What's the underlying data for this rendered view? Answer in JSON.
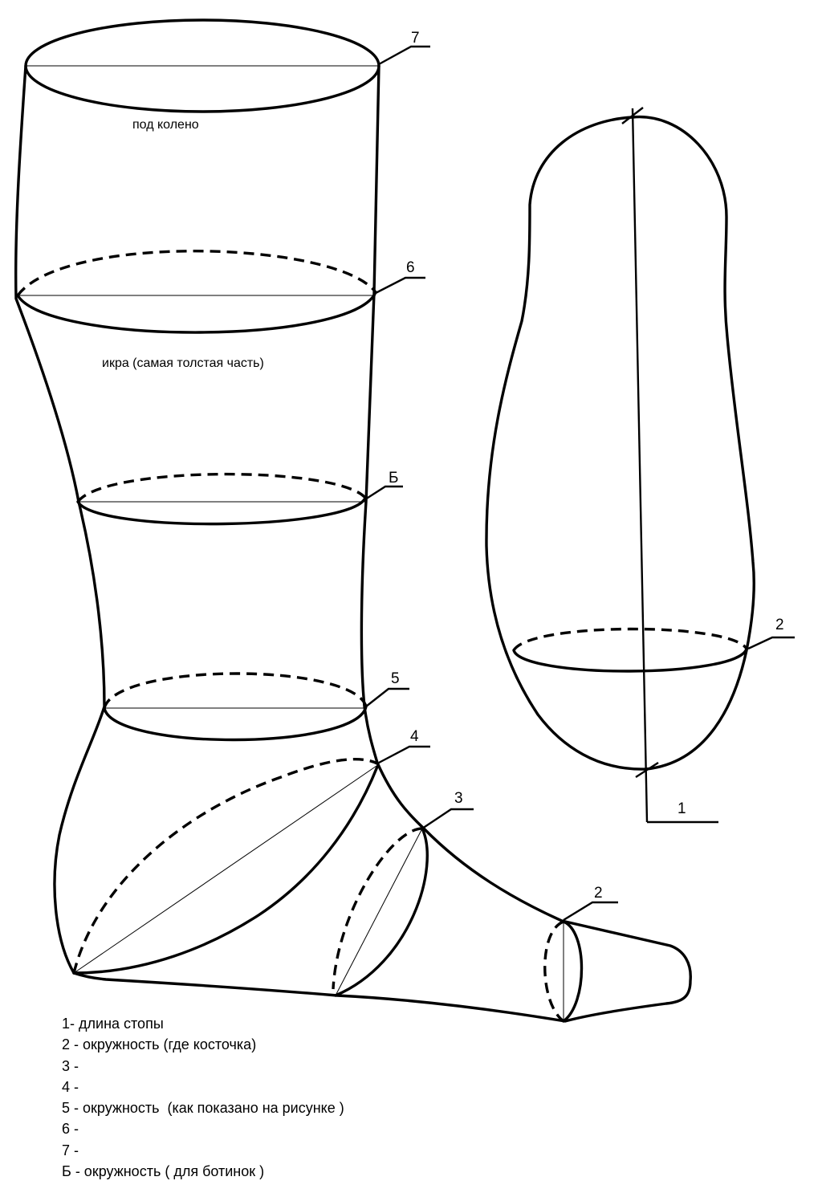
{
  "diagram": {
    "labels": {
      "knee": "под колено",
      "calf": "икра (самая толстая часть)"
    },
    "markers": {
      "m7": "7",
      "m6": "6",
      "mB": "Б",
      "m5": "5",
      "m4": "4",
      "m3": "3",
      "m2_boot": "2",
      "m2_sole": "2",
      "m1": "1"
    }
  },
  "legend": [
    "1- длина стопы",
    "2 - окружность (где косточка)",
    "3 -",
    "4 -",
    "5 - окружность  (как показано на рисунке )",
    "6 -",
    "7 -",
    "Б - окружность ( для ботинок )"
  ]
}
